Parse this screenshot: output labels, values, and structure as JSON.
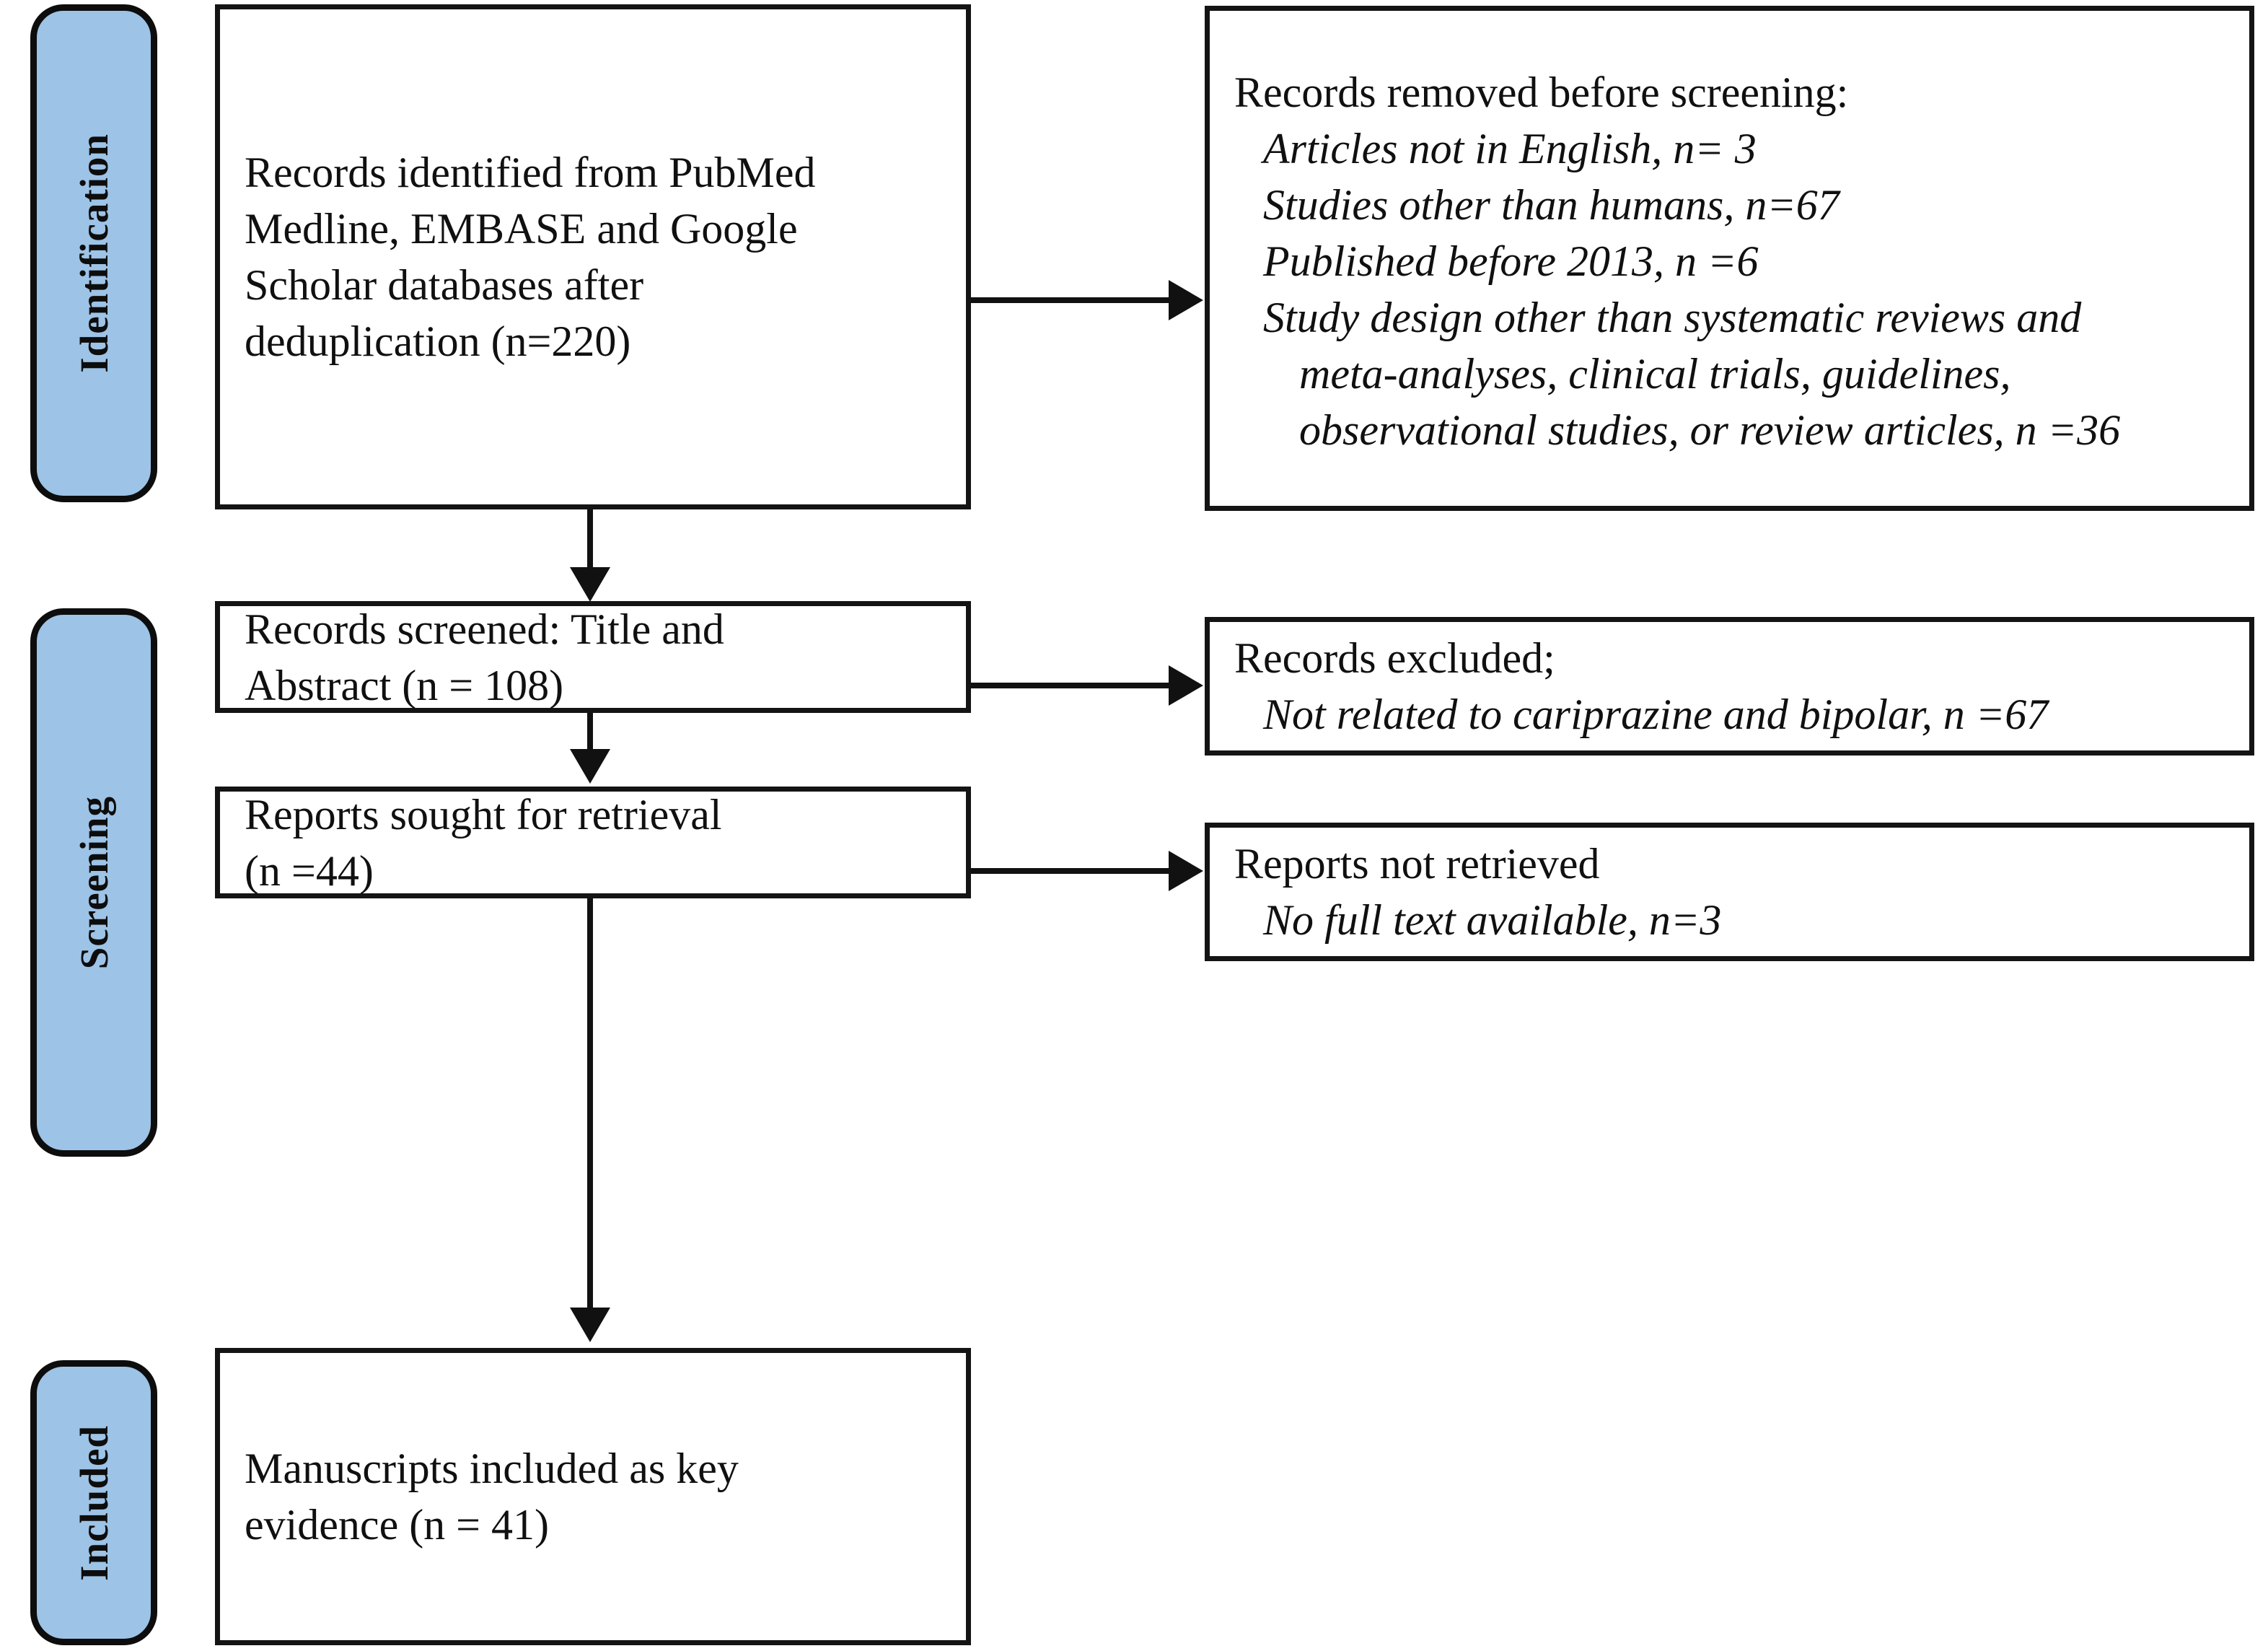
{
  "diagram": {
    "title": "PRISMA flow diagram",
    "accent_color": "#9DC3E6",
    "line_color": "#111111",
    "stages": [
      {
        "id": "identification",
        "label": "Identification"
      },
      {
        "id": "screening",
        "label": "Screening"
      },
      {
        "id": "included",
        "label": "Included"
      }
    ],
    "boxes": {
      "records_identified": {
        "lines": [
          "Records identified from PubMed",
          "Medline, EMBASE and Google",
          "Scholar databases after",
          "deduplication  (n=220)"
        ]
      },
      "records_removed": {
        "heading": "Records removed before screening:",
        "reasons": [
          "Articles not in English, n= 3",
          "Studies other than humans, n=67",
          "Published before 2013, n =6",
          "Study design other than systematic reviews and",
          "meta-analyses, clinical trials, guidelines,",
          "observational studies, or review articles,  n =36"
        ]
      },
      "records_screened": {
        "lines": [
          "Records screened: Title and",
          "Abstract (n = 108)"
        ]
      },
      "records_excluded": {
        "heading": "Records excluded;",
        "reasons": [
          "Not related to cariprazine and bipolar, n =67"
        ]
      },
      "reports_sought": {
        "lines": [
          "Reports sought for retrieval",
          "(n =44)"
        ]
      },
      "reports_not_retrieved": {
        "heading": "Reports not retrieved",
        "reasons": [
          "No full text available, n=3"
        ]
      },
      "manuscripts_included": {
        "lines": [
          "Manuscripts included as key",
          "evidence (n = 41)"
        ]
      }
    }
  }
}
